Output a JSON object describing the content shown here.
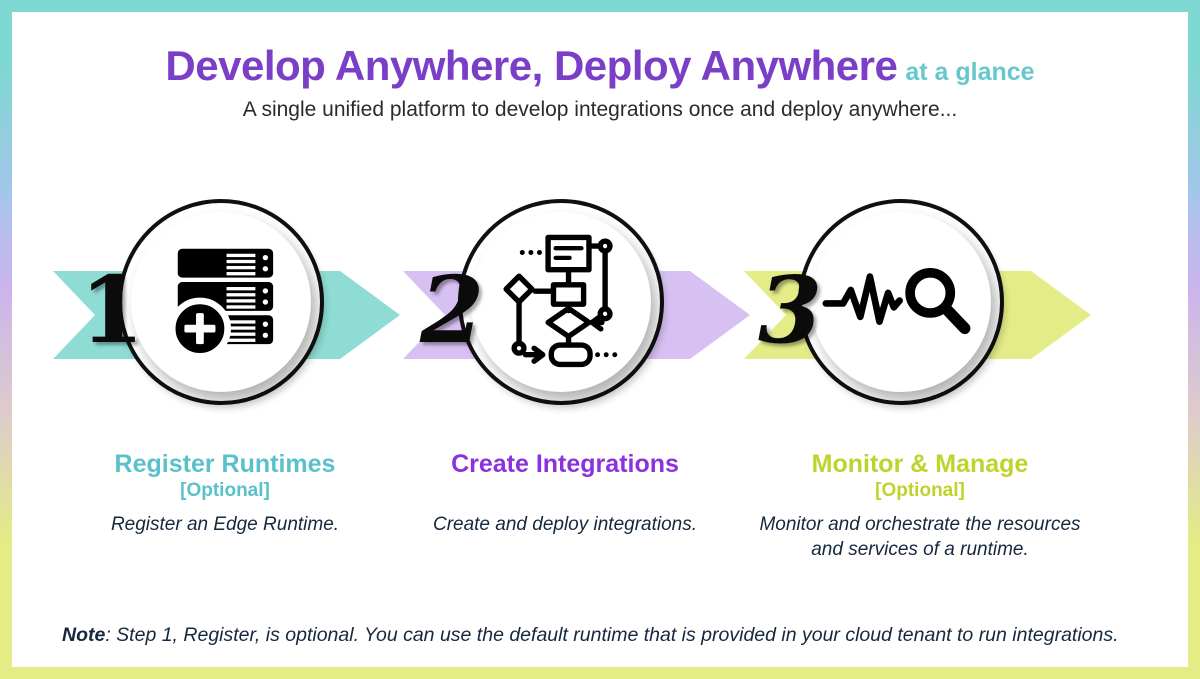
{
  "frame": {
    "border_gradient": [
      "#7ED8D1",
      "#A3C6E9",
      "#CBB3EF",
      "#DECDC8",
      "#E3EC85"
    ]
  },
  "header": {
    "title": "Develop Anywhere, Deploy Anywhere",
    "title_suffix": "at a glance",
    "title_color": "#7B3FC7",
    "suffix_color": "#66C7CE",
    "subtitle": "A single unified platform to develop integrations once and deploy anywhere..."
  },
  "steps": [
    {
      "number": "1",
      "title": "Register Runtimes",
      "optional": "[Optional]",
      "description": "Register an Edge Runtime.",
      "accent_color": "#58C1C9",
      "arrow_color": "#8EDCD4",
      "icon": "add-server-icon"
    },
    {
      "number": "2",
      "title": "Create Integrations",
      "optional": "",
      "description": "Create and deploy integrations.",
      "accent_color": "#8B31DD",
      "arrow_color": "#D7C0F2",
      "icon": "integration-flowchart-icon"
    },
    {
      "number": "3",
      "title": "Monitor & Manage",
      "optional": "[Optional]",
      "description": "Monitor and orchestrate the resources and services of a runtime.",
      "accent_color": "#BED32C",
      "arrow_color": "#E3EC87",
      "icon": "monitor-magnifier-icon"
    }
  ],
  "note": {
    "label": "Note",
    "text": ": Step 1, Register,  is optional. You can use the default runtime that is provided in your cloud tenant to run integrations."
  }
}
